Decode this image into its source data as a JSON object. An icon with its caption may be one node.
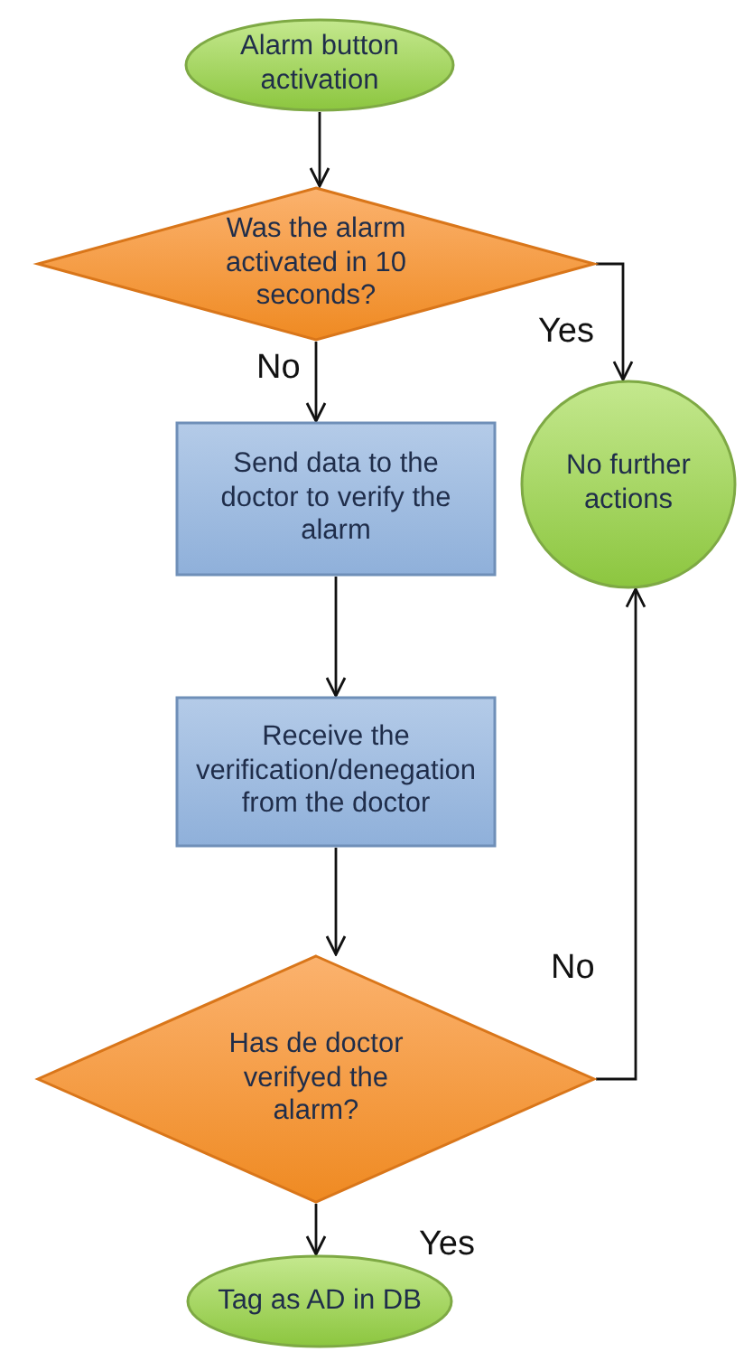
{
  "diagram": {
    "nodes": [
      {
        "text": [
          "Alarm button activation"
        ]
      },
      {
        "text": [
          "Was the alarm activated in 10 seconds?"
        ]
      },
      {
        "text": [
          "Send data to the doctor to verify the alarm"
        ]
      },
      {
        "text": [
          "Receive the verification/denegation from the doctor"
        ]
      },
      {
        "text": [
          "Has de doctor verifyed the alarm?"
        ]
      },
      {
        "text": [
          "Tag as AD in DB"
        ]
      },
      {
        "text": [
          "No further actions"
        ]
      }
    ],
    "edges": [
      {
        "from": 0,
        "to": 1,
        "arrow": "to"
      },
      {
        "from": 1,
        "to": 2,
        "arrow": "to",
        "label": "No"
      },
      {
        "from": 1,
        "to": 6,
        "arrow": "to",
        "label": "Yes"
      },
      {
        "from": 2,
        "to": 3,
        "arrow": "to"
      },
      {
        "from": 3,
        "to": 4,
        "arrow": "to"
      },
      {
        "from": 4,
        "to": 5,
        "arrow": "to",
        "label": "Yes"
      },
      {
        "from": 4,
        "to": 6,
        "arrow": "to",
        "label": "No"
      }
    ]
  }
}
